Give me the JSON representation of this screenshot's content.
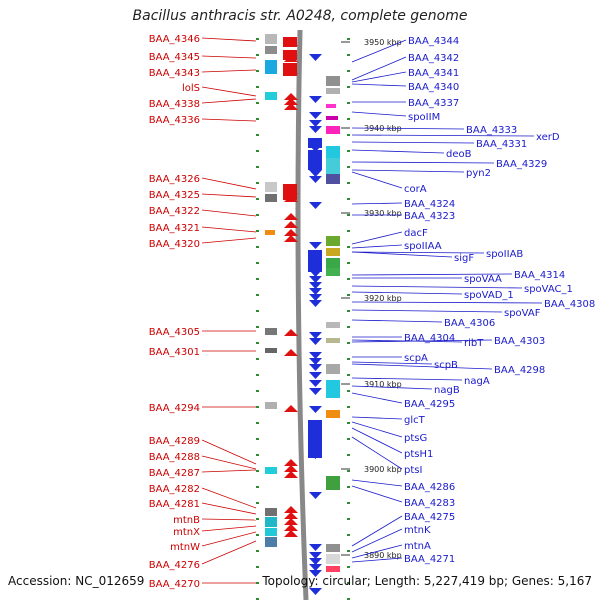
{
  "title": "Bacillus anthracis str. A0248, complete genome",
  "footer": {
    "accession": "Accession: NC_012659",
    "summary": "Topology: circular; Length: 5,227,419 bp; Genes: 5,167"
  },
  "colors": {
    "left_label": "#cc0000",
    "right_label": "#1a1acc",
    "backbone": "#888888",
    "dots": "#2e8b2e"
  },
  "ticks": [
    {
      "label": "3950 kbp",
      "pos": 3950
    },
    {
      "label": "3940 kbp",
      "pos": 3940
    },
    {
      "label": "3930 kbp",
      "pos": 3930
    },
    {
      "label": "3920 kbp",
      "pos": 3920
    },
    {
      "label": "3910 kbp",
      "pos": 3910
    },
    {
      "label": "3900 kbp",
      "pos": 3900
    },
    {
      "label": "3890 kbp",
      "pos": 3890
    }
  ],
  "left_genes": [
    "BAA_4346",
    "BAA_4345",
    "BAA_4343",
    "lolS",
    "BAA_4338",
    "BAA_4336",
    "BAA_4326",
    "BAA_4325",
    "BAA_4322",
    "BAA_4321",
    "BAA_4320",
    "BAA_4305",
    "BAA_4301",
    "BAA_4294",
    "BAA_4289",
    "BAA_4288",
    "BAA_4287",
    "BAA_4282",
    "BAA_4281",
    "mtnB",
    "mtnX",
    "mtnW",
    "BAA_4276",
    "BAA_4270"
  ],
  "right_genes": [
    "BAA_4344",
    "BAA_4342",
    "BAA_4341",
    "BAA_4340",
    "BAA_4337",
    "spoIIM",
    "BAA_4333",
    "xerD",
    "BAA_4331",
    "deoB",
    "BAA_4329",
    "pyn2",
    "corA",
    "BAA_4324",
    "BAA_4323",
    "dacF",
    "spoIIAA",
    "spoIIAB",
    "sigF",
    "BAA_4314",
    "spoVAA",
    "spoVAC_1",
    "spoVAD_1",
    "BAA_4308",
    "spoVAF",
    "BAA_4306",
    "BAA_4304",
    "ribT",
    "BAA_4303",
    "scpA",
    "scpB",
    "BAA_4298",
    "nagA",
    "nagB",
    "BAA_4295",
    "glcT",
    "ptsG",
    "ptsH1",
    "ptsI",
    "BAA_4286",
    "BAA_4283",
    "BAA_4275",
    "mtnK",
    "mtnA",
    "BAA_4271"
  ]
}
